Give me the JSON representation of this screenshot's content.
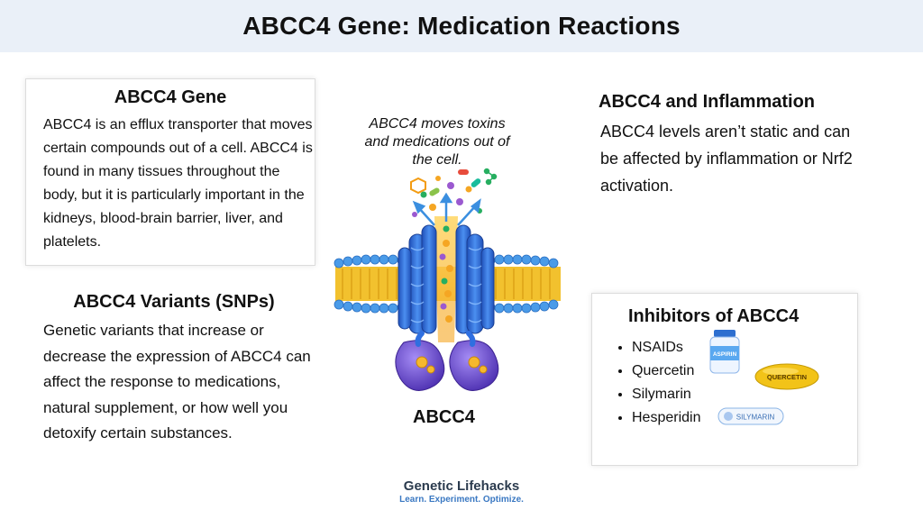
{
  "title": "ABCC4 Gene: Medication Reactions",
  "gene_box": {
    "heading": "ABCC4 Gene",
    "text": "ABCC4 is an efflux transporter that moves certain compounds out of a cell. ABCC4 is found in many tissues throughout the body, but it is particularly important in the kidneys, blood-brain barrier, liver, and platelets."
  },
  "variants": {
    "heading": "ABCC4 Variants (SNPs)",
    "text": "Genetic variants that increase or decrease the expression of ABCC4 can affect the response to medications, natural supplement, or how well you detoxify certain substances."
  },
  "diagram": {
    "caption": "ABCC4 moves toxins and medications out of the cell.",
    "label": "ABCC4"
  },
  "inflammation": {
    "heading": "ABCC4 and Inflammation",
    "text": "ABCC4 levels aren’t static and can be affected by inflammation or Nrf2 activation."
  },
  "inhibitors": {
    "heading": "Inhibitors of ABCC4",
    "items": [
      "NSAIDs",
      "Quercetin",
      "Silymarin",
      "Hesperidin"
    ],
    "bottle_label": "ASPIRIN",
    "pill_label": "QUERCETIN",
    "capsule_label": "SILYMARIN"
  },
  "brand": {
    "name": "Genetic Lifehacks",
    "tagline": "Learn. Experiment. Optimize."
  },
  "colors": {
    "title_bg": "#eaf0f8",
    "protein_blue": "#2f6fe0",
    "protein_purple": "#6b4fd8",
    "membrane_head": "#4a9be8",
    "membrane_tail": "#f2c12e",
    "brand_dark": "#2b3b4e",
    "brand_accent": "#3a78c2"
  },
  "icons": [
    "pill-bottle-icon",
    "quercetin-pill-icon",
    "silymarin-capsule-icon",
    "transporter-protein-icon"
  ]
}
